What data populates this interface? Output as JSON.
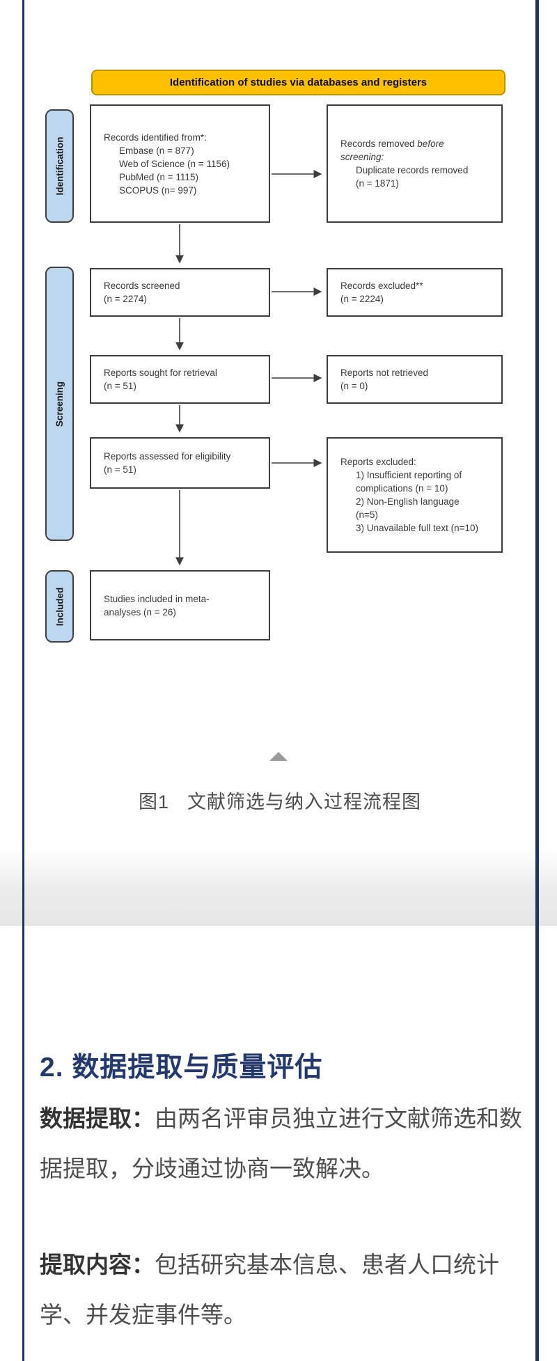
{
  "colors": {
    "card_border_navy": "#1c3563",
    "flow_header_yellow": "#FFC000",
    "flow_header_border": "#BF9000",
    "stage_blue": "#BDD7EE",
    "box_border": "#3d3d3d",
    "heading_navy": "#23396e",
    "caption_gray": "#4c4c4c"
  },
  "flowchart": {
    "header": "Identification of studies via databases and registers",
    "stages": [
      "Identification",
      "Screening",
      "Included"
    ],
    "identification_box": {
      "title": "Records identified from*:",
      "items": [
        "Embase (n = 877)",
        "Web of Science (n = 1156)",
        "PubMed (n = 1115)",
        "SCOPUS (n= 997)"
      ]
    },
    "removed_box": {
      "line1_normal": "Records removed ",
      "line1_italic": "before",
      "line2_italic": "screening:",
      "items": [
        "Duplicate records removed",
        "(n = 1871)"
      ]
    },
    "screened_box": {
      "lines": [
        "Records screened",
        "(n = 2274)"
      ]
    },
    "excluded_box": {
      "lines": [
        "Records excluded**",
        "(n = 2224)"
      ]
    },
    "sought_box": {
      "lines": [
        "Reports sought for retrieval",
        "(n = 51)"
      ]
    },
    "not_retrieved_box": {
      "lines": [
        "Reports not retrieved",
        "(n = 0)"
      ]
    },
    "assessed_box": {
      "lines": [
        "Reports assessed for eligibility",
        "(n = 51)"
      ]
    },
    "reports_excluded_box": {
      "title": "Reports excluded:",
      "items": [
        "1) Insufficient reporting of",
        "complications (n = 10)",
        "2) Non-English language",
        "(n=5)",
        "3) Unavailable full text (n=10)"
      ]
    },
    "included_box": {
      "lines": [
        "Studies included in meta-",
        "analyses (n = 26)"
      ]
    }
  },
  "figure": {
    "caption_prefix": "图1",
    "caption_text": "文献筛选与纳入过程流程图"
  },
  "article": {
    "section_heading": "2. 数据提取与质量评估",
    "paragraphs": [
      {
        "lead": "数据提取：",
        "line1": "由两名评审员独立进行文献筛选和数",
        "line2": "据提取，分歧通过协商一致解决。"
      },
      {
        "lead": "提取内容：",
        "line1": "包括研究基本信息、患者人口统计",
        "line2": "学、并发症事件等。"
      }
    ]
  }
}
